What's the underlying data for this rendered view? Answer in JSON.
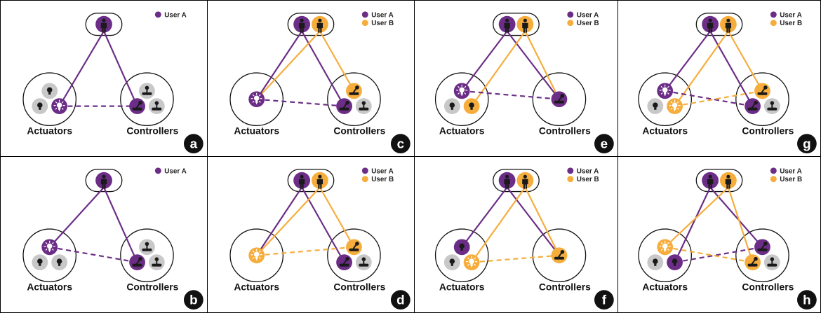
{
  "colors": {
    "user_a": "#6b2d86",
    "user_b": "#f6ad3c",
    "idle": "#c8c8c8",
    "icon_dark": "#1a1a1a",
    "icon_light": "#ffffff"
  },
  "labels": {
    "actuators": "Actuators",
    "controllers": "Controllers"
  },
  "legend": {
    "user_a": "User A",
    "user_b": "User B"
  },
  "panels": [
    {
      "letter": "a",
      "users": [
        "A"
      ],
      "actuators": {
        "layout": "three",
        "devices": [
          {
            "state": "idle",
            "lit": false
          },
          {
            "state": "idle",
            "lit": false
          },
          {
            "state": "A",
            "lit": true
          }
        ]
      },
      "controllers": {
        "layout": "three",
        "devices": [
          {
            "state": "idle"
          },
          {
            "state": "A"
          },
          {
            "state": "idle"
          }
        ]
      },
      "links": [
        {
          "user": "A",
          "to": "act",
          "index": 2
        },
        {
          "user": "A",
          "to": "ctl",
          "index": 1
        },
        {
          "pair": [
            2,
            1
          ],
          "color": "A"
        }
      ]
    },
    {
      "letter": "b",
      "users": [
        "A"
      ],
      "actuators": {
        "layout": "three",
        "devices": [
          {
            "state": "A",
            "lit": true
          },
          {
            "state": "idle",
            "lit": false
          },
          {
            "state": "idle",
            "lit": false
          }
        ]
      },
      "controllers": {
        "layout": "three",
        "devices": [
          {
            "state": "idle"
          },
          {
            "state": "A"
          },
          {
            "state": "idle"
          }
        ]
      },
      "links": [
        {
          "user": "A",
          "to": "act",
          "index": 0
        },
        {
          "user": "A",
          "to": "ctl",
          "index": 1
        },
        {
          "pair": [
            0,
            1
          ],
          "color": "A"
        }
      ]
    },
    {
      "letter": "c",
      "users": [
        "A",
        "B"
      ],
      "actuators": {
        "layout": "one",
        "devices": [
          {
            "state": "A",
            "lit": true
          }
        ]
      },
      "controllers": {
        "layout": "three",
        "devices": [
          {
            "state": "B"
          },
          {
            "state": "A"
          },
          {
            "state": "idle"
          }
        ]
      },
      "links": [
        {
          "user": "A",
          "to": "act",
          "index": 0
        },
        {
          "user": "A",
          "to": "ctl",
          "index": 1
        },
        {
          "user": "B",
          "to": "act",
          "index": 0
        },
        {
          "user": "B",
          "to": "ctl",
          "index": 0
        },
        {
          "pair": [
            0,
            1
          ],
          "color": "A"
        }
      ]
    },
    {
      "letter": "d",
      "users": [
        "A",
        "B"
      ],
      "actuators": {
        "layout": "one",
        "devices": [
          {
            "state": "B",
            "lit": true
          }
        ]
      },
      "controllers": {
        "layout": "three",
        "devices": [
          {
            "state": "B"
          },
          {
            "state": "A"
          },
          {
            "state": "idle"
          }
        ]
      },
      "links": [
        {
          "user": "A",
          "to": "act",
          "index": 0
        },
        {
          "user": "A",
          "to": "ctl",
          "index": 1
        },
        {
          "user": "B",
          "to": "act",
          "index": 0
        },
        {
          "user": "B",
          "to": "ctl",
          "index": 0
        },
        {
          "pair": [
            0,
            0
          ],
          "color": "B"
        }
      ]
    },
    {
      "letter": "e",
      "users": [
        "A",
        "B"
      ],
      "actuators": {
        "layout": "three",
        "devices": [
          {
            "state": "A",
            "lit": true
          },
          {
            "state": "idle",
            "lit": false
          },
          {
            "state": "B",
            "lit": false
          }
        ]
      },
      "controllers": {
        "layout": "one",
        "devices": [
          {
            "state": "A"
          }
        ]
      },
      "links": [
        {
          "user": "A",
          "to": "act",
          "index": 0
        },
        {
          "user": "A",
          "to": "ctl",
          "index": 0
        },
        {
          "user": "B",
          "to": "act",
          "index": 2
        },
        {
          "user": "B",
          "to": "ctl",
          "index": 0
        },
        {
          "pair": [
            0,
            0
          ],
          "color": "A"
        }
      ]
    },
    {
      "letter": "f",
      "users": [
        "A",
        "B"
      ],
      "actuators": {
        "layout": "three",
        "devices": [
          {
            "state": "A",
            "lit": false
          },
          {
            "state": "idle",
            "lit": false
          },
          {
            "state": "B",
            "lit": true
          }
        ]
      },
      "controllers": {
        "layout": "one",
        "devices": [
          {
            "state": "B"
          }
        ]
      },
      "links": [
        {
          "user": "A",
          "to": "act",
          "index": 0
        },
        {
          "user": "A",
          "to": "ctl",
          "index": 0
        },
        {
          "user": "B",
          "to": "act",
          "index": 2
        },
        {
          "user": "B",
          "to": "ctl",
          "index": 0
        },
        {
          "pair": [
            2,
            0
          ],
          "color": "B"
        }
      ]
    },
    {
      "letter": "g",
      "users": [
        "A",
        "B"
      ],
      "actuators": {
        "layout": "three",
        "devices": [
          {
            "state": "A",
            "lit": true
          },
          {
            "state": "idle",
            "lit": false
          },
          {
            "state": "B",
            "lit": true
          }
        ]
      },
      "controllers": {
        "layout": "three",
        "devices": [
          {
            "state": "B"
          },
          {
            "state": "A"
          },
          {
            "state": "idle"
          }
        ]
      },
      "links": [
        {
          "user": "A",
          "to": "act",
          "index": 0
        },
        {
          "user": "A",
          "to": "ctl",
          "index": 1
        },
        {
          "user": "B",
          "to": "act",
          "index": 2
        },
        {
          "user": "B",
          "to": "ctl",
          "index": 0
        },
        {
          "pair": [
            0,
            1
          ],
          "color": "A"
        },
        {
          "pair": [
            2,
            0
          ],
          "color": "B"
        }
      ]
    },
    {
      "letter": "h",
      "users": [
        "A",
        "B"
      ],
      "actuators": {
        "layout": "three",
        "devices": [
          {
            "state": "B",
            "lit": true
          },
          {
            "state": "idle",
            "lit": false
          },
          {
            "state": "A",
            "lit": false
          }
        ]
      },
      "controllers": {
        "layout": "three",
        "devices": [
          {
            "state": "A"
          },
          {
            "state": "B"
          },
          {
            "state": "idle"
          }
        ]
      },
      "links": [
        {
          "user": "A",
          "to": "act",
          "index": 2
        },
        {
          "user": "A",
          "to": "ctl",
          "index": 0
        },
        {
          "user": "B",
          "to": "act",
          "index": 0
        },
        {
          "user": "B",
          "to": "ctl",
          "index": 1
        },
        {
          "pair": [
            2,
            0
          ],
          "color": "A"
        },
        {
          "pair": [
            0,
            1
          ],
          "color": "B"
        }
      ]
    }
  ]
}
